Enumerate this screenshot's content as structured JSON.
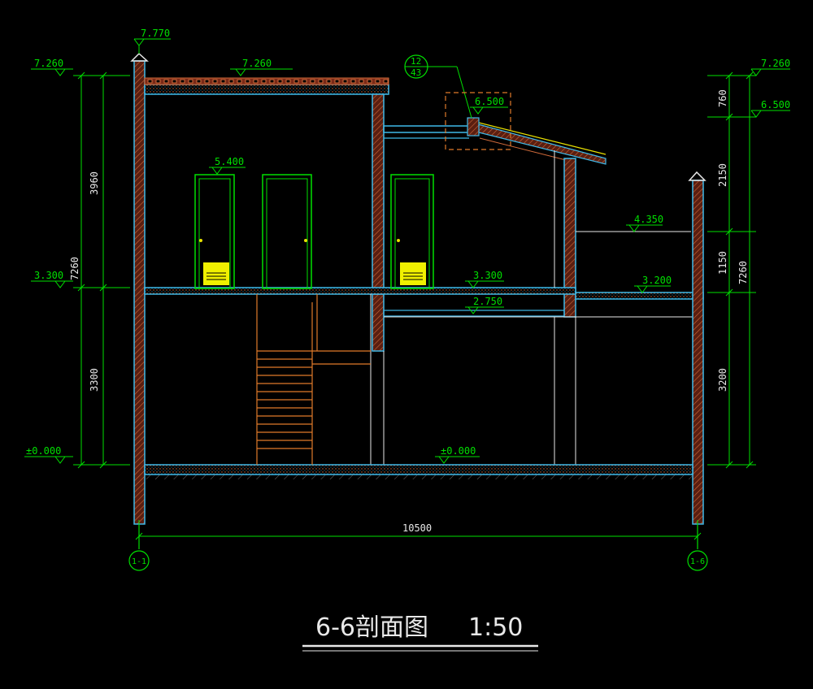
{
  "colors": {
    "background": "#000000",
    "dimension": "#00e000",
    "wall": "#3fb9e8",
    "wall_fill": "#7a2a18",
    "hatch": "#d06a3a",
    "stair": "#e07a2a",
    "door": "#00e000",
    "door_panel": "#f0f000",
    "white": "#e8e8e8",
    "yellow": "#e8e000"
  },
  "levels": {
    "top_ridge": "7.770",
    "roof_left": "7.260",
    "roof_mid": "7.260",
    "roof_right": "7.260",
    "canopy": "6.500",
    "canopy_right": "6.500",
    "door_head": "5.400",
    "terrace_rail": "4.350",
    "floor2_left": "3.300",
    "floor2_mid": "3.300",
    "terrace": "3.200",
    "beam": "2.750",
    "ground_left": "±0.000",
    "ground_mid": "±0.000"
  },
  "dims_left": {
    "upper": "3960",
    "total": "7260",
    "lower": "3300"
  },
  "dims_right": {
    "d1": "760",
    "d2": "2150",
    "d3": "1150",
    "d4": "3200",
    "total": "7260"
  },
  "dim_bottom": "10500",
  "detail_callout": {
    "num": "12",
    "sheet": "43"
  },
  "axes": {
    "left": "1-1",
    "right": "1-6"
  },
  "title": {
    "main": "6-6剖面图",
    "scale": "1:50"
  }
}
